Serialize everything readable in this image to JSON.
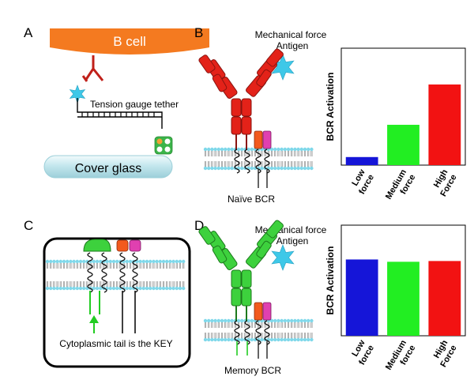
{
  "panels": {
    "a": {
      "letter": "A",
      "cell_label": "B cell",
      "tether_label": "Tension gauge tether",
      "glass_label": "Cover glass"
    },
    "b": {
      "letter": "B",
      "force_label": "Mechanical force",
      "antigen_label": "Antigen",
      "bcr_label": "Naïve BCR"
    },
    "c": {
      "letter": "C",
      "key_label": "Cytoplasmic tail is the KEY"
    },
    "d": {
      "letter": "D",
      "force_label": "Mechanical force",
      "antigen_label": "Antigen",
      "bcr_label": "Memory BCR"
    }
  },
  "colors": {
    "b_cell": "#f47a20",
    "naive_bcr": "#e32219",
    "memory_bcr": "#3dd13d",
    "antigen": "#3ec8e8",
    "membrane": "#7fd8ea",
    "orange_tail": "#f25a1e",
    "pink_tail": "#e040b0"
  },
  "chart_data": [
    {
      "type": "bar",
      "panel": "B",
      "ylabel": "BCR Activation",
      "categories": [
        "Low force",
        "Medium force",
        "High Force"
      ],
      "category_lines": [
        [
          "Low",
          "force"
        ],
        [
          "Medium",
          "force"
        ],
        [
          "High",
          "Force"
        ]
      ],
      "values": [
        0.1,
        0.5,
        1.0
      ],
      "colors": [
        "#1515d8",
        "#22ee22",
        "#f21212"
      ],
      "ylim": [
        0,
        1.45
      ]
    },
    {
      "type": "bar",
      "panel": "D",
      "ylabel": "BCR Activation",
      "categories": [
        "Low force",
        "Medium force",
        "High Force"
      ],
      "category_lines": [
        [
          "Low",
          "force"
        ],
        [
          "Medium",
          "force"
        ],
        [
          "High",
          "Force"
        ]
      ],
      "values": [
        1.0,
        0.97,
        0.98
      ],
      "colors": [
        "#1515d8",
        "#22ee22",
        "#f21212"
      ],
      "ylim": [
        0,
        1.45
      ]
    }
  ]
}
